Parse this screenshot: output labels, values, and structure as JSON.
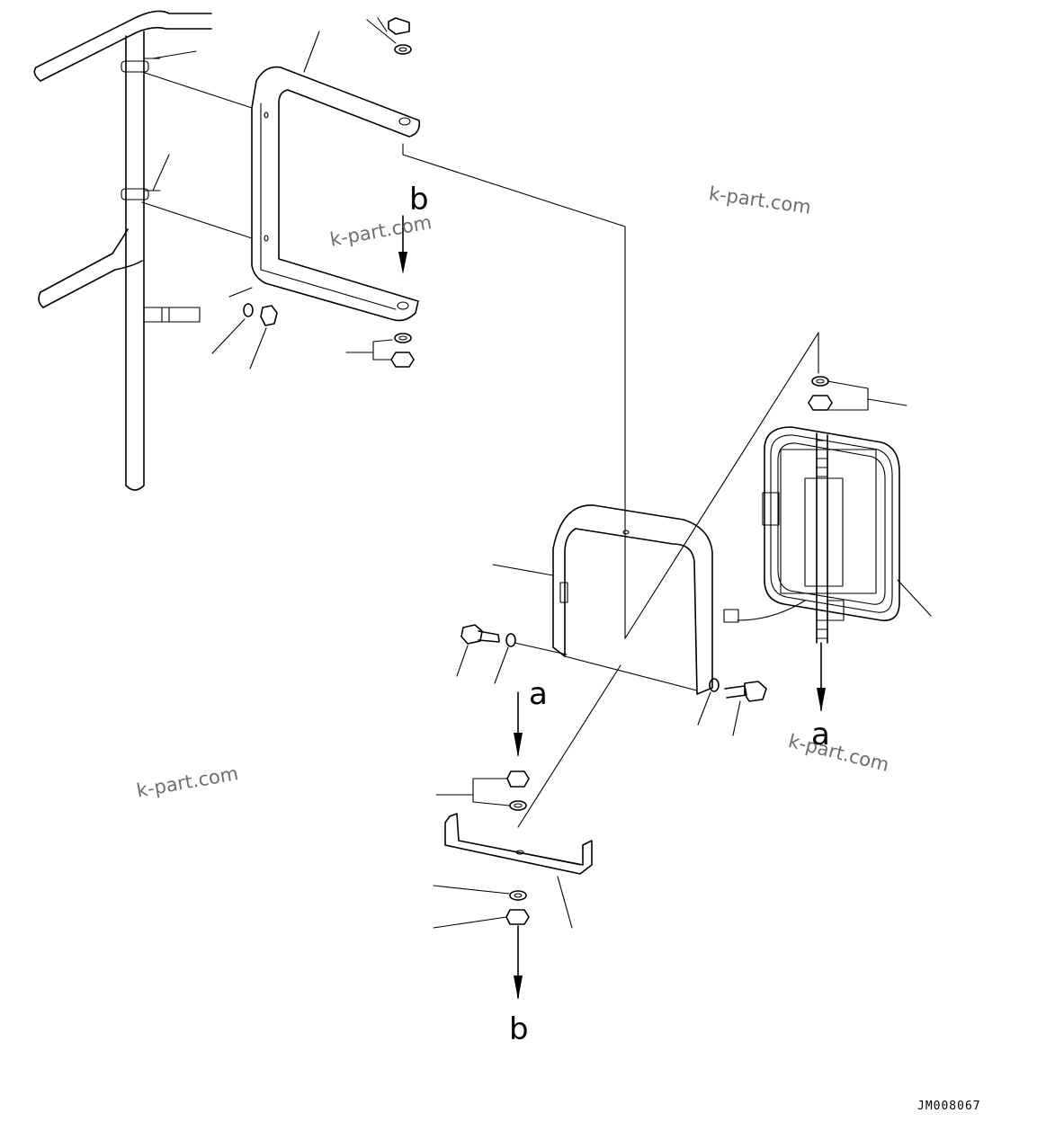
{
  "watermarks": [
    "k-part.com",
    "k-part.com",
    "k-part.com",
    "k-part.com"
  ],
  "labels": {
    "top_b": "b",
    "left_a": "a",
    "right_a": "a",
    "bottom_b": "b"
  },
  "drawing_code": "JM008067"
}
